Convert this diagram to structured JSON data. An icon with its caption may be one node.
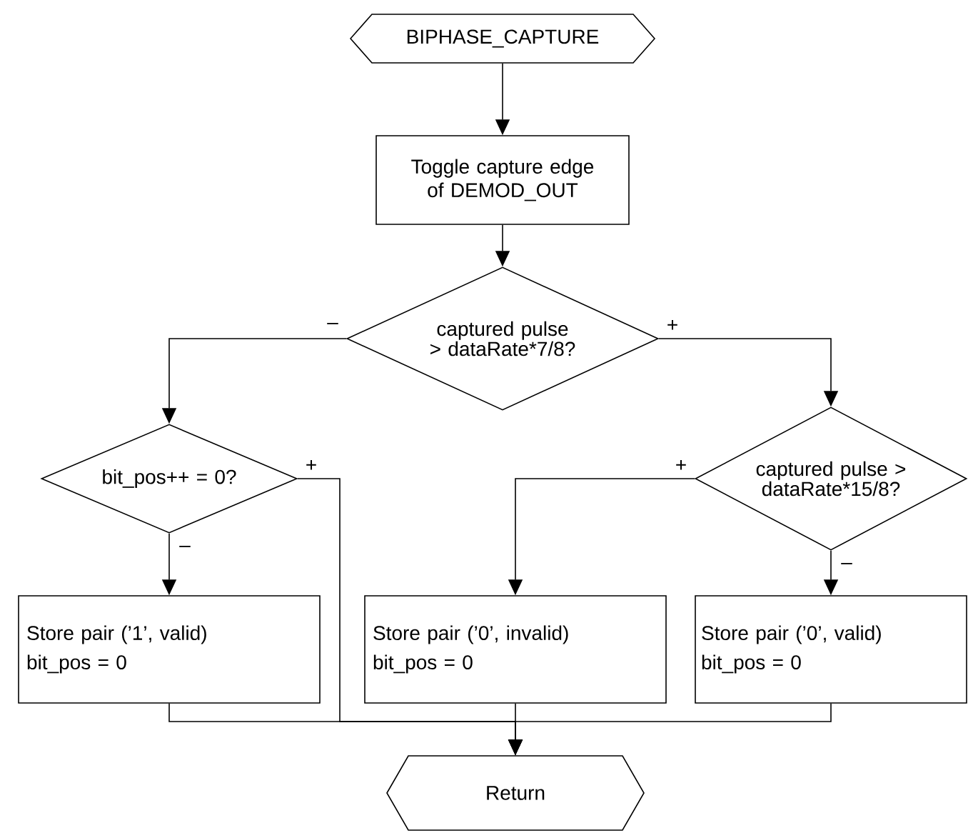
{
  "diagram": {
    "nodes": [
      {
        "text": [
          "BIPHASE_CAPTURE"
        ]
      },
      {
        "text": [
          "Toggle capture edge of DEMOD_OUT"
        ]
      },
      {
        "text": [
          "captured pulse > dataRate*7/8?"
        ]
      },
      {
        "text": [
          "bit_pos++ = 0?"
        ]
      },
      {
        "text": [
          "captured pulse > dataRate*15/8?"
        ]
      },
      {
        "text": [
          "Store pair (’1’, valid)",
          "bit_pos = 0"
        ]
      },
      {
        "text": [
          "Store pair (’0’, invalid)",
          "bit_pos = 0"
        ]
      },
      {
        "text": [
          "Store pair (’0’, valid)",
          "bit_pos = 0"
        ]
      },
      {
        "text": [
          "Return"
        ]
      }
    ],
    "edges": [
      {
        "from": 0,
        "to": 1,
        "arrow": "to"
      },
      {
        "from": 1,
        "to": 2,
        "arrow": "to"
      },
      {
        "from": 2,
        "to": 3,
        "arrow": "to",
        "label": "–"
      },
      {
        "from": 2,
        "to": 4,
        "arrow": "to",
        "label": "+"
      },
      {
        "from": 3,
        "to": 5,
        "arrow": "to",
        "label": "–"
      },
      {
        "from": 3,
        "to": 8,
        "arrow": "to",
        "label": "+"
      },
      {
        "from": 4,
        "to": 6,
        "arrow": "to",
        "label": "+"
      },
      {
        "from": 4,
        "to": 7,
        "arrow": "to",
        "label": "–"
      },
      {
        "from": 5,
        "to": 8,
        "arrow": "to"
      },
      {
        "from": 6,
        "to": 8,
        "arrow": "to"
      },
      {
        "from": 7,
        "to": 8,
        "arrow": "to"
      }
    ]
  }
}
